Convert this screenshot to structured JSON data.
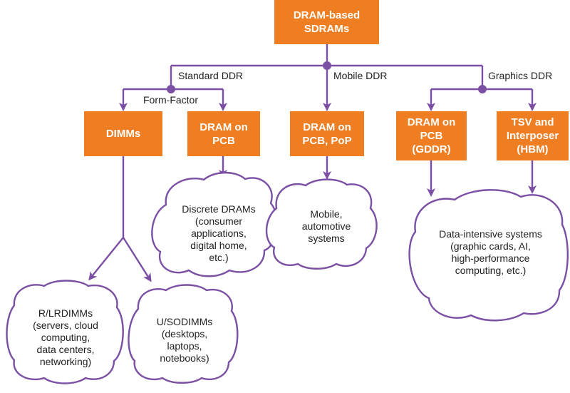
{
  "nodes": {
    "root": "DRAM-based\nSDRAMs",
    "dimms": "DIMMs",
    "dram_pcb": "DRAM on\nPCB",
    "dram_pcb_pop": "DRAM on\nPCB, PoP",
    "dram_pcb_gddr": "DRAM on\nPCB\n(GDDR)",
    "tsv_hbm": "TSV and\nInterposer\n(HBM)"
  },
  "labels": {
    "standard_ddr": "Standard DDR",
    "mobile_ddr": "Mobile DDR",
    "graphics_ddr": "Graphics DDR",
    "form_factor": "Form-Factor"
  },
  "clouds": {
    "discrete": "Discrete DRAMs\n(consumer\napplications,\ndigital home,\netc.)",
    "mobile": "Mobile,\nautomotive\nsystems",
    "data_intensive": "Data-intensive systems\n(graphic cards, AI,\nhigh-performance\ncomputing, etc.)",
    "rlrdimms": "R/LRDIMMs\n(servers, cloud\ncomputing,\ndata centers,\nnetworking)",
    "usodimms": "U/SODIMMs\n(desktops,\nlaptops,\nnotebooks)"
  },
  "colors": {
    "box_fill": "#ef7d22",
    "connector": "#7b4fa3"
  }
}
